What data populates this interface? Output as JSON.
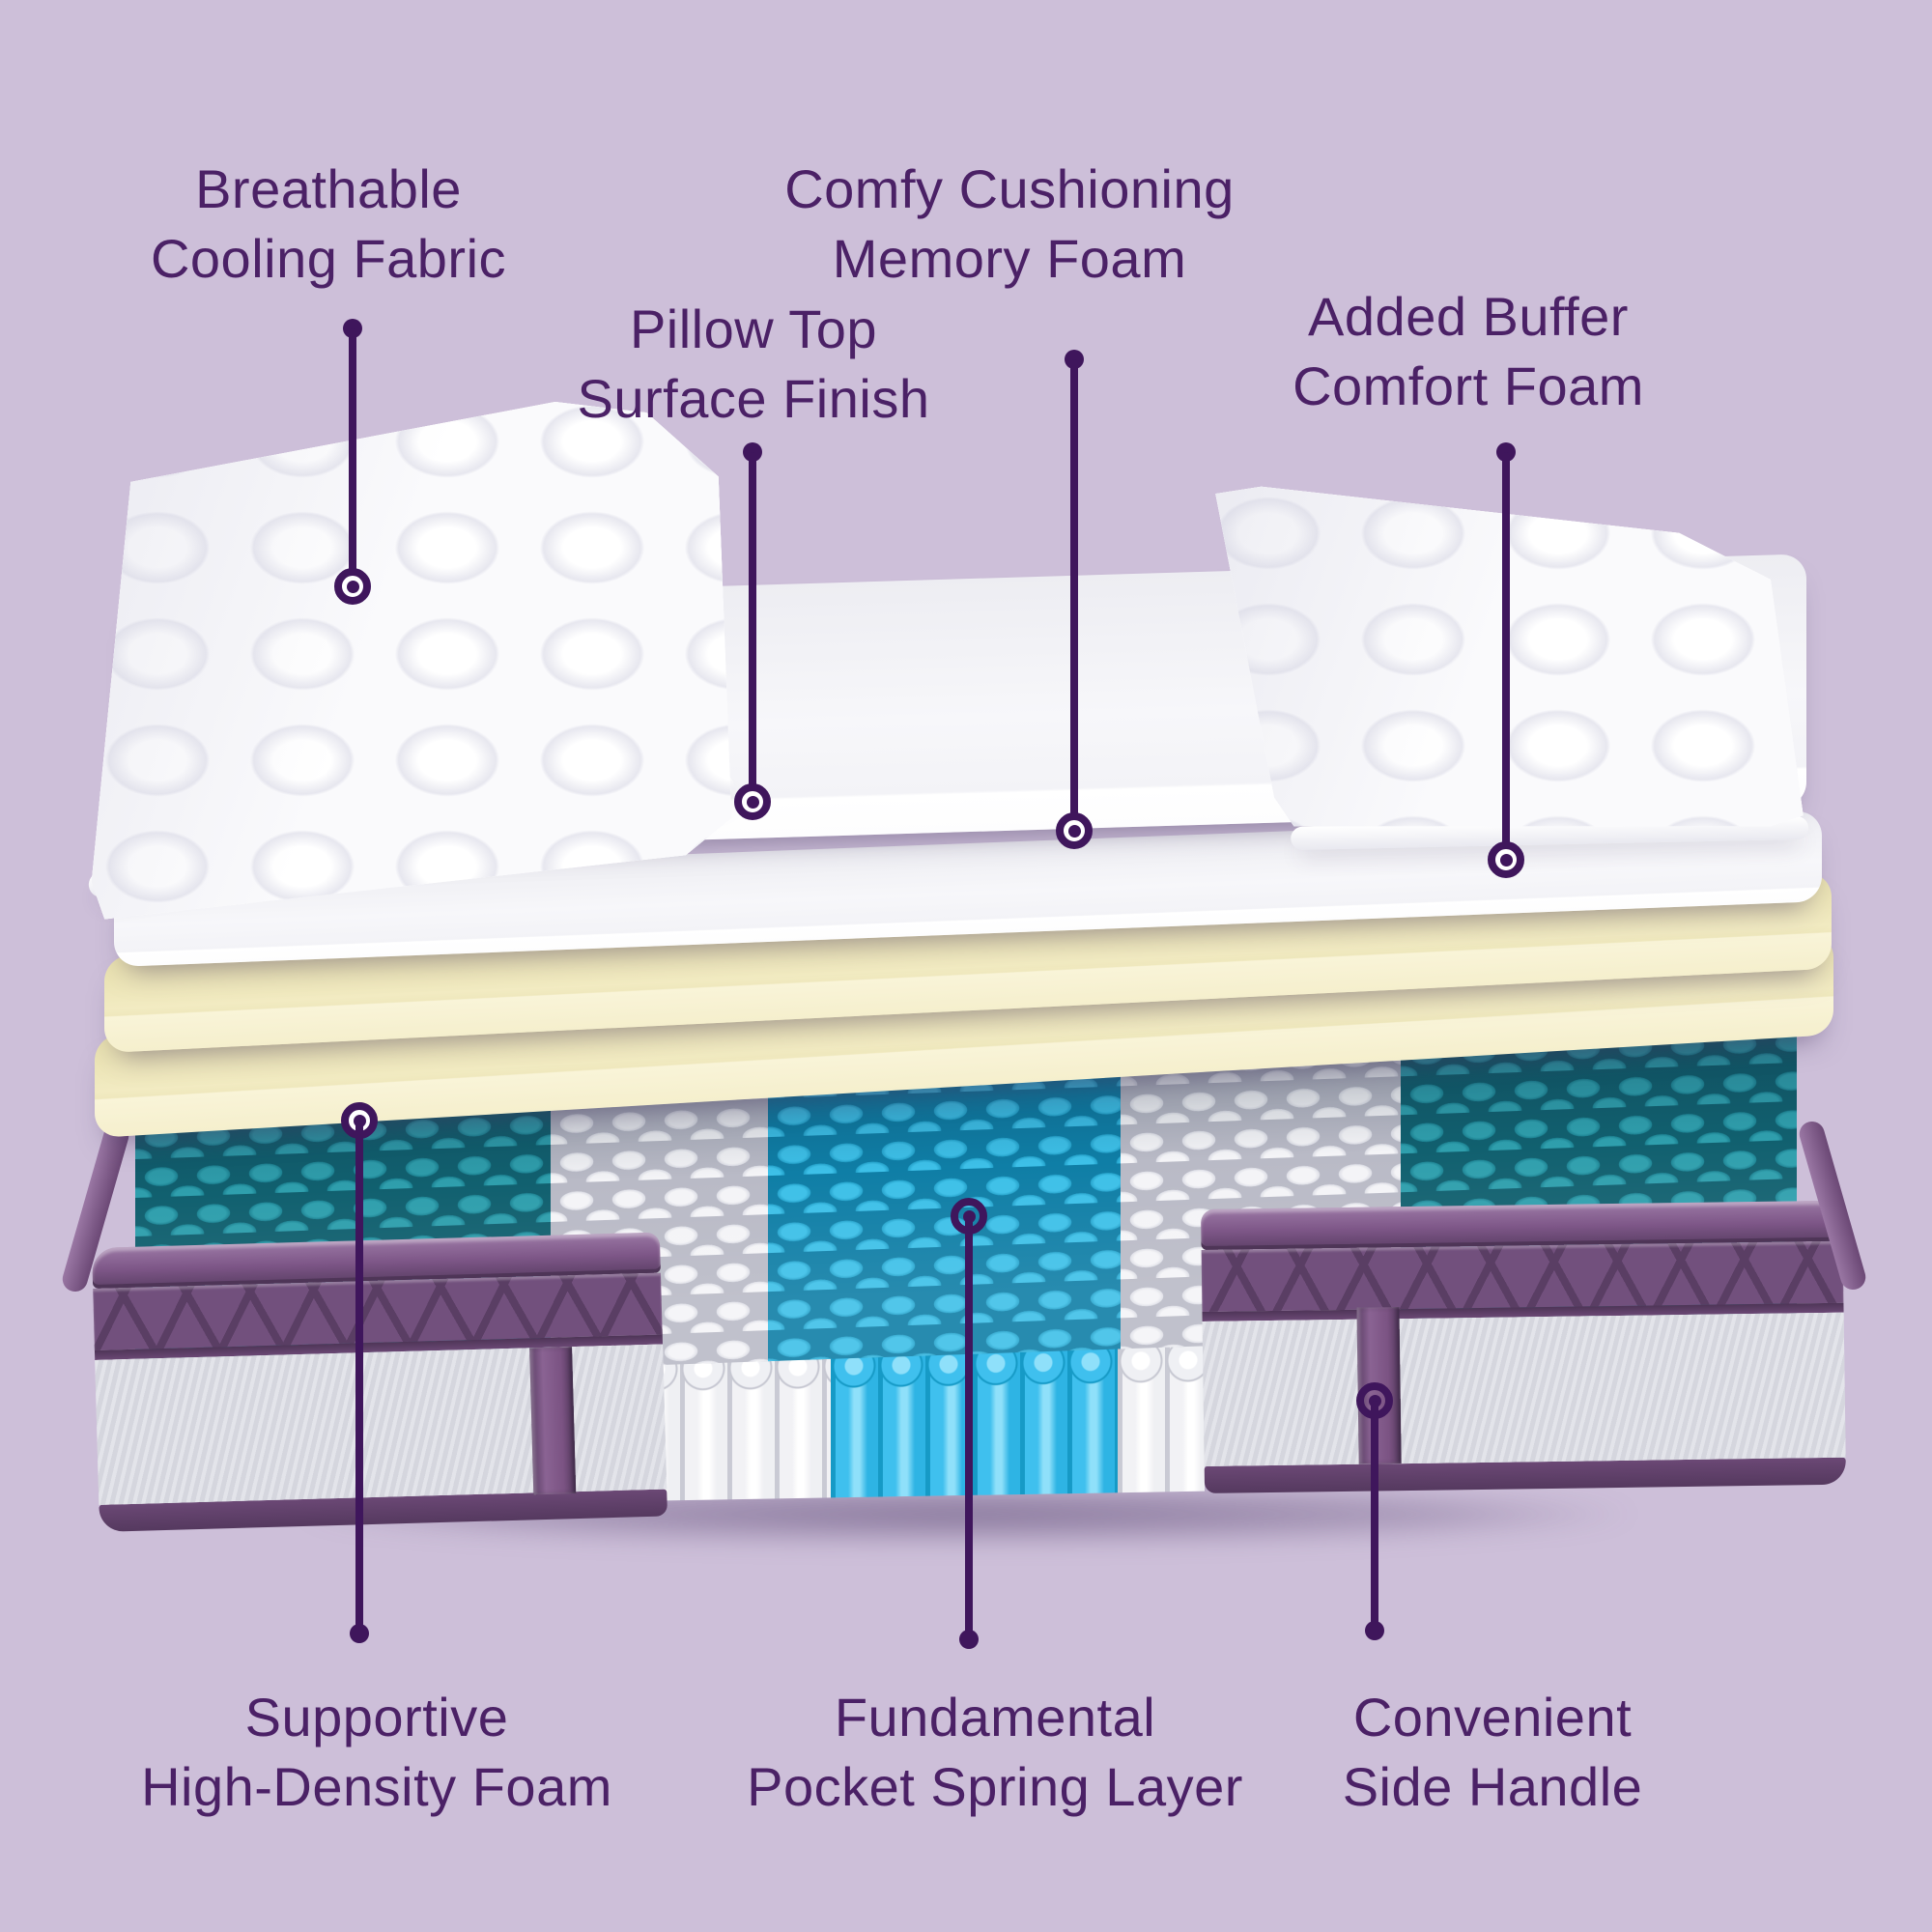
{
  "colors": {
    "background": "#cdbfd9",
    "label_text": "#4b2166",
    "callout_purple": "#3f165c",
    "teal_coil": "#1f8593",
    "cyan_coil": "#3fc0ee",
    "cream_foam": "#efe8bd",
    "white_foam": "#f7f7fa",
    "purple_trim": "#7d5687",
    "gray_side_fabric": "#d9dae0"
  },
  "callouts": [
    {
      "id": "breathable-cooling-fabric",
      "lines": [
        "Breathable",
        "Cooling Fabric"
      ]
    },
    {
      "id": "pillow-top-surface-finish",
      "lines": [
        "Pillow Top",
        "Surface Finish"
      ]
    },
    {
      "id": "comfy-cushioning-memory-foam",
      "lines": [
        "Comfy Cushioning",
        "Memory Foam"
      ]
    },
    {
      "id": "added-buffer-comfort-foam",
      "lines": [
        "Added Buffer",
        "Comfort Foam"
      ]
    },
    {
      "id": "supportive-high-density-foam",
      "lines": [
        "Supportive",
        "High-Density Foam"
      ]
    },
    {
      "id": "fundamental-pocket-spring-layer",
      "lines": [
        "Fundamental",
        "Pocket Spring Layer"
      ]
    },
    {
      "id": "convenient-side-handle",
      "lines": [
        "Convenient",
        "Side Handle"
      ]
    }
  ],
  "diagram": {
    "layers": [
      "quilted-cooling-fabric-panel-left",
      "quilted-cooling-fabric-panel-right",
      "pillow-top-layer",
      "memory-foam-layer",
      "buffer-comfort-foam-layer",
      "high-density-foam-layer",
      "pocket-spring-unit",
      "side-handle-left",
      "side-handle-right"
    ]
  }
}
